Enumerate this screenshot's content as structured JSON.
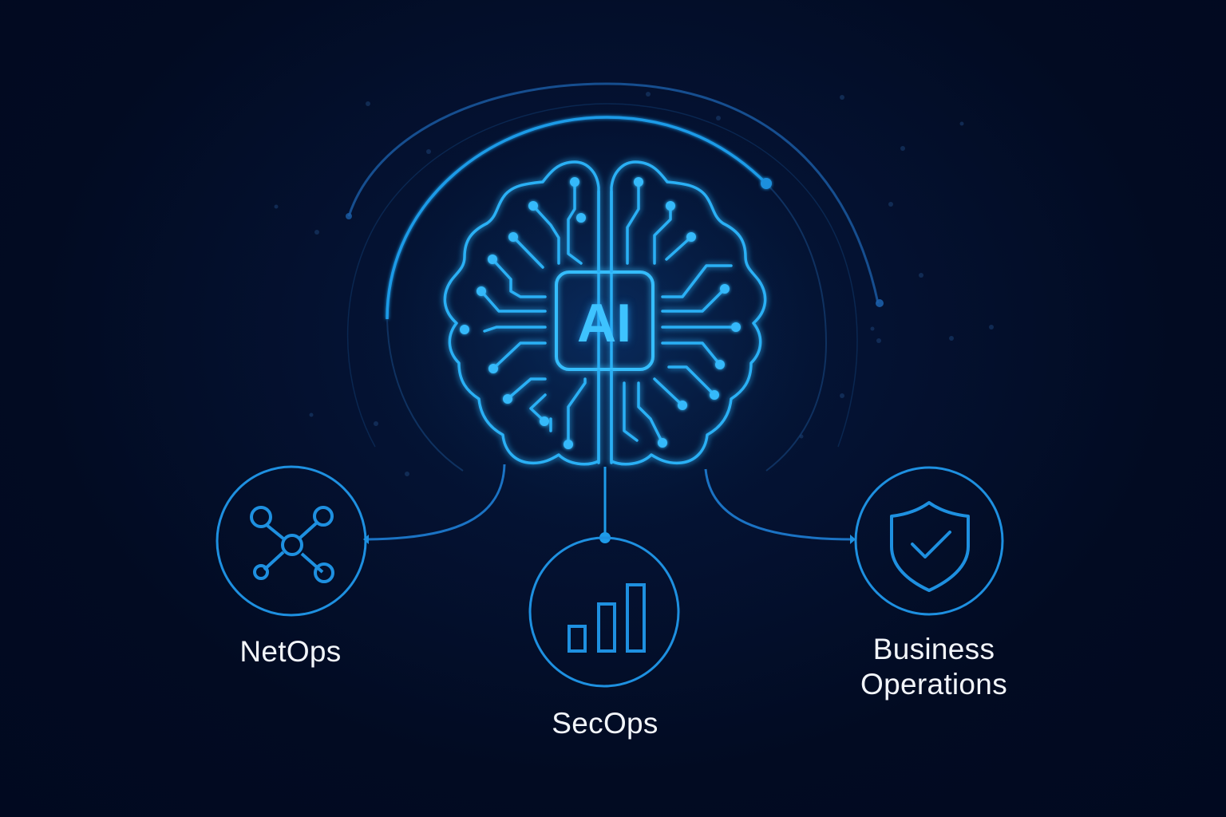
{
  "diagram": {
    "center": {
      "label": "AI",
      "icon": "brain-circuit-icon"
    },
    "nodes": [
      {
        "id": "netops",
        "label": "NetOps",
        "icon": "network-nodes-icon"
      },
      {
        "id": "secops",
        "label": "SecOps",
        "icon": "bar-chart-icon"
      },
      {
        "id": "bizops",
        "label_line1": "Business",
        "label_line2": "Operations",
        "icon": "shield-check-icon"
      }
    ],
    "edges": [
      {
        "from": "AI",
        "to": "NetOps"
      },
      {
        "from": "AI",
        "to": "SecOps"
      },
      {
        "from": "AI",
        "to": "Business Operations"
      }
    ]
  },
  "colors": {
    "background": "#020b22",
    "accent": "#1e9be8",
    "accent_bright": "#3ec3ff",
    "label_text": "#f2f5fa"
  }
}
